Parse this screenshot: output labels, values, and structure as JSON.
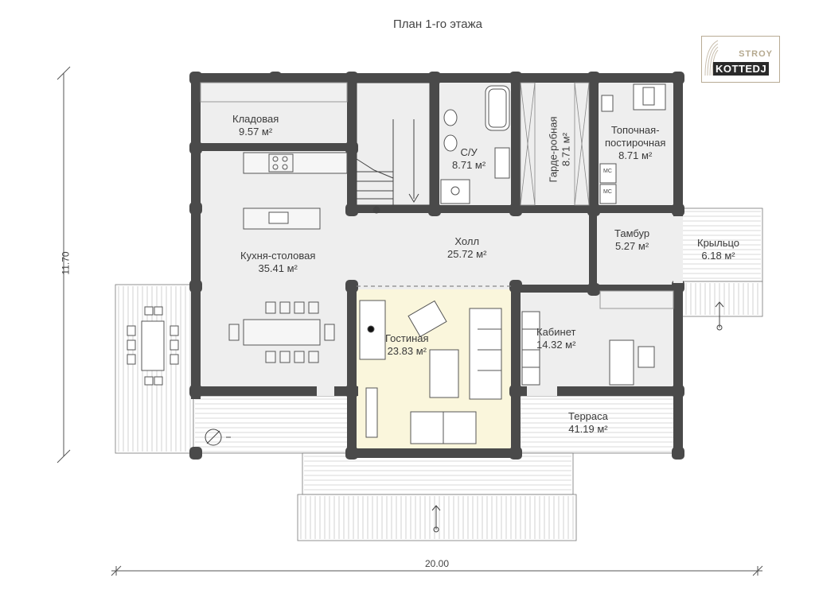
{
  "title": "План 1-го этажа",
  "logo": {
    "line1": "STROY",
    "line2": "KOTTEDJ"
  },
  "rooms": {
    "pantry": {
      "name": "Кладовая",
      "area": "9.57 м²"
    },
    "kitchen": {
      "name": "Кухня-столовая",
      "area": "35.41 м²"
    },
    "hall": {
      "name": "Холл",
      "area": "25.72 м²"
    },
    "bathroom": {
      "name": "С/У",
      "area": "8.71 м²"
    },
    "wardrobe": {
      "name": "Гарде-робная",
      "area": "8.71 м²"
    },
    "boiler": {
      "name": "Топочная-постирочная",
      "name_line1": "Топочная-",
      "name_line2": "постирочная",
      "area": "8.71 м²"
    },
    "vestibule": {
      "name": "Тамбур",
      "area": "5.27 м²"
    },
    "porch": {
      "name": "Крыльцо",
      "area": "6.18 м²"
    },
    "living": {
      "name": "Гостиная",
      "area": "23.83 м²"
    },
    "office": {
      "name": "Кабинет",
      "area": "14.32 м²"
    },
    "terrace": {
      "name": "Терраса",
      "area": "41.19 м²"
    }
  },
  "dimensions": {
    "height": "11.70",
    "width": "20.00"
  },
  "boiler_tags": [
    "МС",
    "МС"
  ],
  "colors": {
    "wall": "#4a4a4a",
    "floor": "#eeeeee",
    "living": "#faf6dc",
    "deck": "#9a9a9a"
  }
}
